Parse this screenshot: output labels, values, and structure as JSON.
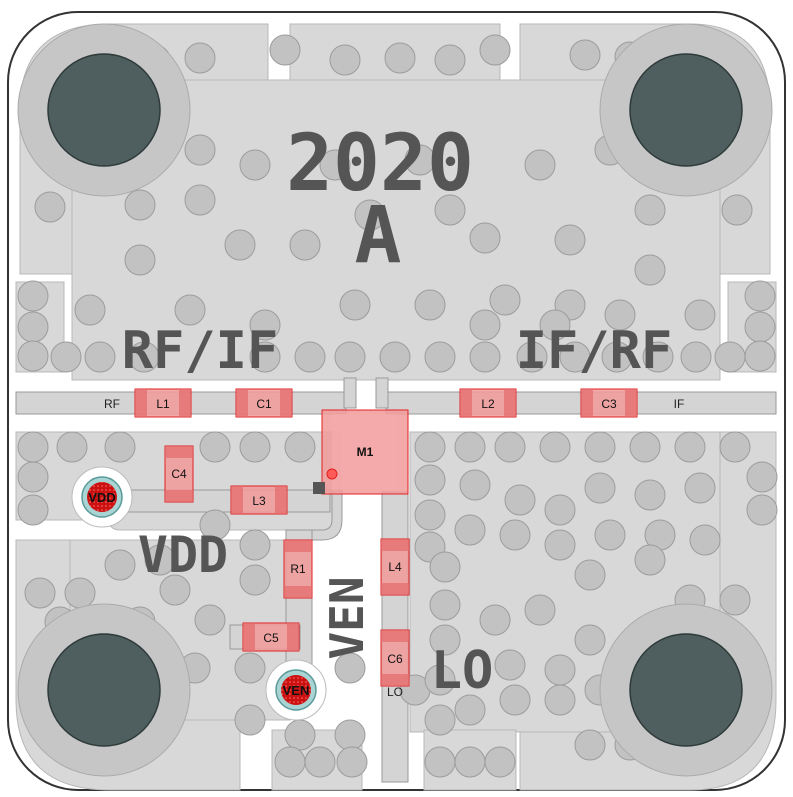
{
  "board": {
    "year_marking": "2020",
    "revision_marking": "A"
  },
  "port_markings": {
    "rf_if": "RF/IF",
    "if_rf": "IF/RF",
    "vdd": "VDD",
    "ven": "VEN",
    "lo": "LO"
  },
  "trace_labels": {
    "rf": "RF",
    "if": "IF",
    "lo": "LO"
  },
  "pads": {
    "vdd": "VDD",
    "ven": "VEN"
  },
  "components": {
    "l1": "L1",
    "c1": "C1",
    "l2": "L2",
    "c3": "C3",
    "m1": "M1",
    "c4": "C4",
    "l3": "L3",
    "r1": "R1",
    "l4": "L4",
    "c5": "C5",
    "c6": "C6"
  },
  "colors": {
    "board_outline": "#333333",
    "copper": "#d8d8d8",
    "via": "#b4b4b4",
    "mount_hole": "#4f5f5f",
    "component_fill": "#f29a9a",
    "component_stroke": "#e02020",
    "pad_red": "#cc1111"
  }
}
